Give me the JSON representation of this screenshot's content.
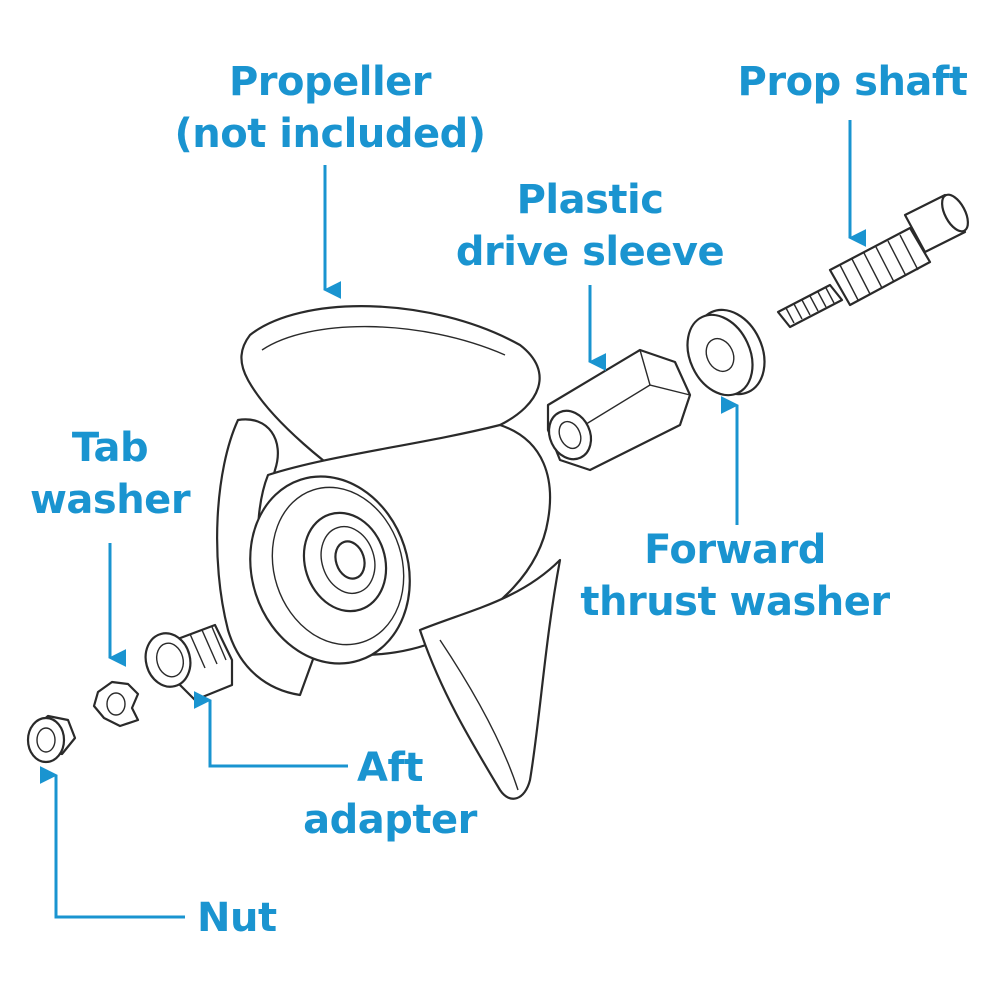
{
  "colors": {
    "label": "#1a94d0",
    "line": "#2a2a2a"
  },
  "labels": {
    "propeller": [
      "Propeller",
      "(not included)"
    ],
    "prop_shaft": [
      "Prop shaft"
    ],
    "drive_sleeve": [
      "Plastic",
      "drive sleeve"
    ],
    "tab_washer": [
      "Tab",
      "washer"
    ],
    "thrust_washer": [
      "Forward",
      "thrust washer"
    ],
    "aft_adapter": [
      "Aft",
      "adapter"
    ],
    "nut": [
      "Nut"
    ]
  }
}
